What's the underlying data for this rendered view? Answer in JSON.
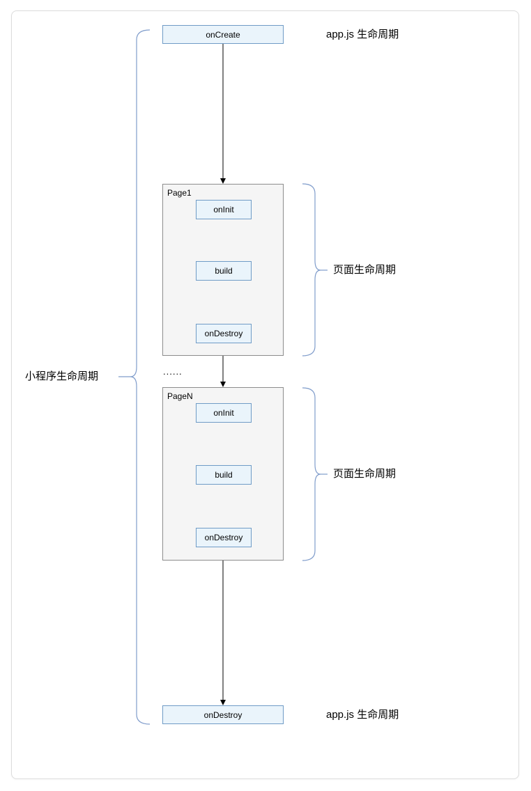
{
  "labels": {
    "mini_program_lifecycle": "小程序生命周期",
    "app_lifecycle_top": "app.js 生命周期",
    "app_lifecycle_bottom": "app.js 生命周期",
    "page_lifecycle_page1": "页面生命周期",
    "page_lifecycle_pageN": "页面生命周期",
    "ellipsis": "......"
  },
  "nodes": {
    "on_create": "onCreate",
    "app_on_destroy": "onDestroy",
    "page1": {
      "title": "Page1",
      "steps": [
        "onInit",
        "build",
        "onDestroy"
      ]
    },
    "pageN": {
      "title": "PageN",
      "steps": [
        "onInit",
        "build",
        "onDestroy"
      ]
    }
  },
  "colors": {
    "node_fill": "#eaf4fb",
    "node_border": "#6f9bc6",
    "page_fill": "#f5f5f5",
    "page_border": "#8c8c8c",
    "brace_stroke": "#7f9ccb",
    "arrow_stroke": "#000000",
    "card_border": "#dcdcdc",
    "text": "#000000"
  }
}
